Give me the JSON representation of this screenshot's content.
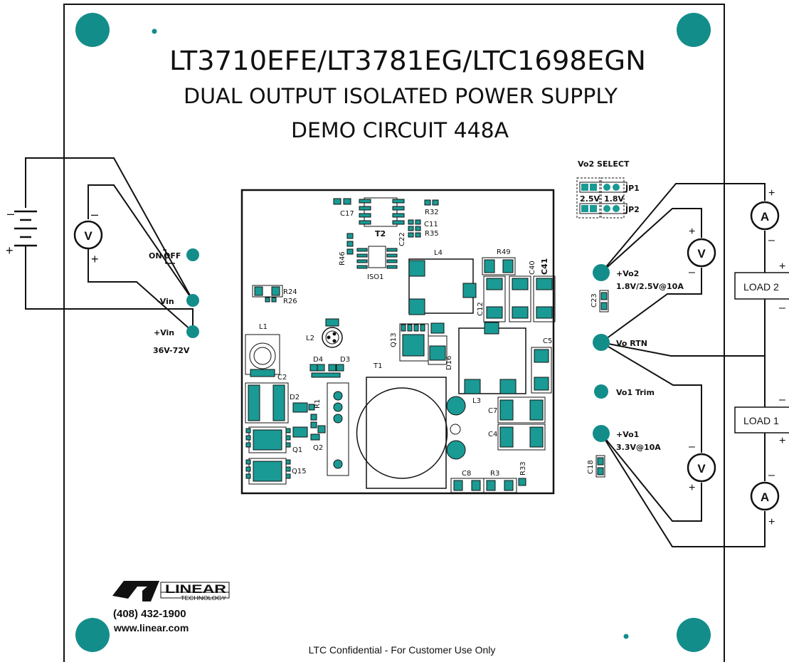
{
  "title": {
    "line1": "LT3710EFE/LT3781EG/LTC1698EGN",
    "line2": "DUAL OUTPUT ISOLATED POWER SUPPLY",
    "line3": "DEMO CIRCUIT 448A"
  },
  "footer": {
    "confidential": "LTC Confidential - For Customer Use Only",
    "phone": "(408) 432-1900",
    "website": "www.linear.com",
    "logo_text": "LINEAR",
    "logo_sub": "TECHNOLOGY"
  },
  "jumper": {
    "header": "Vo2 SELECT",
    "opt_a": "2.5V",
    "opt_b": "1.8V",
    "jp1": "JP1",
    "jp2": "JP2"
  },
  "terminals": {
    "on_off_on": "ON",
    "on_off_off": "OFF",
    "neg_vin": "-Vin",
    "pos_vin": "+Vin",
    "vin_range": "36V-72V",
    "vo2": "+Vo2",
    "vo2_spec": "1.8V/2.5V@10A",
    "vo_rtn": "Vo RTN",
    "vo1_trim": "Vo1 Trim",
    "vo1": "+Vo1",
    "vo1_spec": "3.3V@10A"
  },
  "loads": {
    "load2": "LOAD 2",
    "load1": "LOAD 1"
  },
  "meters": {
    "volt": "V",
    "amp": "A"
  },
  "signs": {
    "plus": "+",
    "minus": "–"
  },
  "refdes": {
    "C17": "C17",
    "T2": "T2",
    "R32": "R32",
    "C11": "C11",
    "C22": "C22",
    "R35": "R35",
    "R46": "R46",
    "ISO1": "ISO1",
    "L4": "L4",
    "R49": "R49",
    "C40": "C40",
    "C41": "C41",
    "C12": "C12",
    "R24": "R24",
    "R26": "R26",
    "L1": "L1",
    "L2": "L2",
    "D4": "D4",
    "D3": "D3",
    "Q13": "Q13",
    "D16": "D16",
    "C5": "C5",
    "C2": "C2",
    "T1": "T1",
    "D2": "D2",
    "R1": "R1",
    "L3": "L3",
    "C7": "C7",
    "C4": "C4",
    "Q1": "Q1",
    "Q2": "Q2",
    "Q15": "Q15",
    "C8": "C8",
    "R3": "R3",
    "R33": "R33",
    "C23": "C23",
    "C18": "C18"
  },
  "colors": {
    "copper": "#138d8a",
    "pad": "#1a9a94",
    "line": "#111111",
    "background": "#ffffff"
  }
}
